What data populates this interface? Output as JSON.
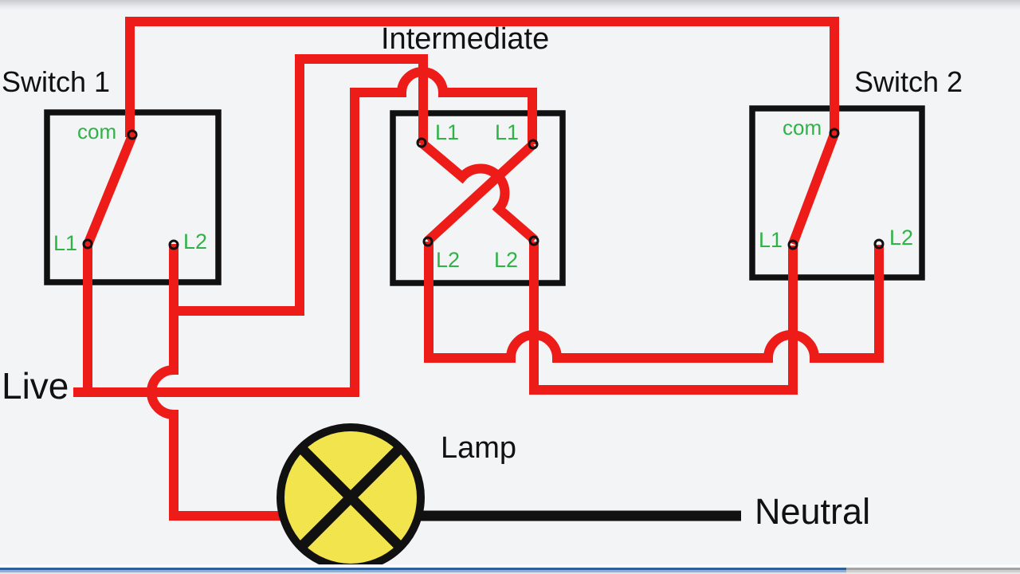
{
  "titles": {
    "intermediate": "Intermediate",
    "switch1": "Switch 1",
    "switch2": "Switch 2"
  },
  "labels": {
    "live": "Live",
    "neutral": "Neutral",
    "lamp": "Lamp"
  },
  "switch1": {
    "com": "com",
    "l1": "L1",
    "l2": "L2"
  },
  "switch2": {
    "com": "com",
    "l1": "L1",
    "l2": "L2"
  },
  "intermediate": {
    "l1_left": "L1",
    "l1_right": "L1",
    "l2_left": "L2",
    "l2_right": "L2"
  },
  "colors": {
    "wire": "#ee1c18",
    "label_green": "#2fb346",
    "neutral_black": "#111111",
    "box_black": "#111111",
    "lamp_yellow": "#f2e44c",
    "background": "#f3f4f6",
    "progress_blue": "#2e5f98",
    "progress_gray": "#a3a3a3"
  }
}
